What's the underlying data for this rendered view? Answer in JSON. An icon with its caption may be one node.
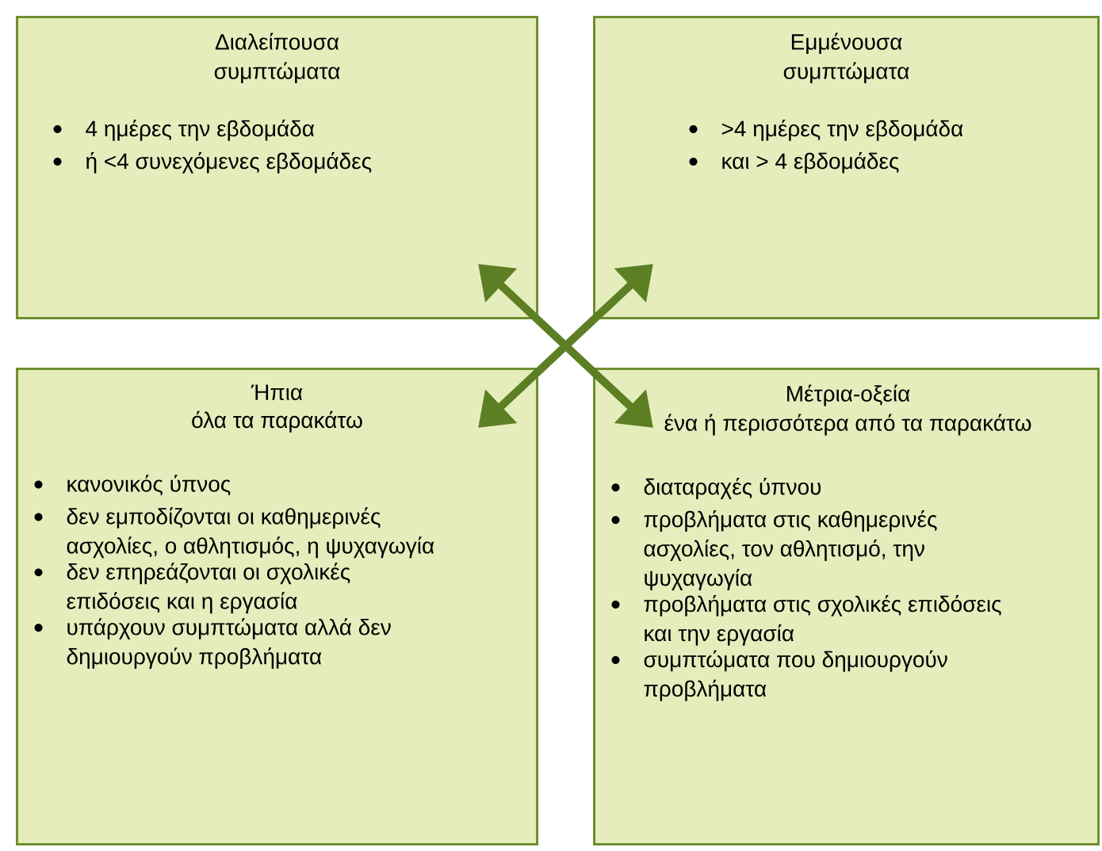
{
  "diagram": {
    "nodes": [
      {
        "text": [
          "Διαλείπουσα συμπτώματα",
          "4 ημέρες την εβδομάδα",
          "ή <4 συνεχόμενες εβδομάδες"
        ]
      },
      {
        "text": [
          "Εμμένουσα συμπτώματα",
          ">4 ημέρες την εβδομάδα",
          "και > 4 εβδομάδες"
        ]
      },
      {
        "text": [
          "Ήπια",
          "όλα τα παρακάτω",
          "κανονικός ύπνος",
          "δεν εμποδίζονται οι καθημερινές ασχολίες, ο αθλητισμός, η ψυχαγωγία",
          "δεν επηρεάζονται οι σχολικές επιδόσεις και η εργασία",
          "υπάρχουν συμπτώματα αλλά δεν δημιουργούν προβλήματα"
        ]
      },
      {
        "text": [
          "Μέτρια-οξεία",
          "ένα ή περισσότερα από τα παρακάτω",
          "διαταραχές ύπνου",
          "προβλήματα στις καθημερινές ασχολίες, τον αθλητισμό, την ψυχαγωγία",
          "προβλήματα στις σχολικές επιδόσεις και την εργασία",
          "συμπτώματα που δημιουργούν προβλήματα"
        ]
      }
    ],
    "edges": [
      {
        "from": 0,
        "to": 3,
        "arrow": "both"
      },
      {
        "from": 1,
        "to": 2,
        "arrow": "both"
      }
    ]
  }
}
